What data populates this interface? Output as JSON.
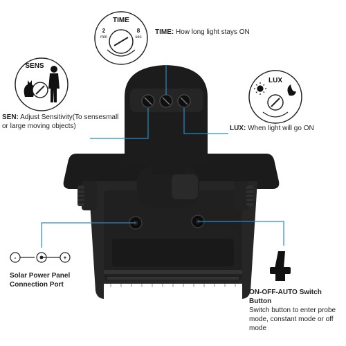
{
  "colors": {
    "callout": "#2a8ac8",
    "device": "#1c1c1c",
    "device_light": "#2d2d2d"
  },
  "time_badge": {
    "title": "TIME",
    "min_value": "2",
    "min_unit": "min",
    "sec_value": "8",
    "sec_unit": "sec"
  },
  "sens_badge": {
    "title": "SENS"
  },
  "lux_badge": {
    "title": "LUX",
    "icons": [
      "sun-icon",
      "moon-icon"
    ]
  },
  "labels": {
    "time": {
      "key": "TIME:",
      "text": " How long light stays ON"
    },
    "sen": {
      "key": "SEN:",
      "text": " Adjust Sensitivity(To sensesmall or large moving objects)"
    },
    "lux": {
      "key": "LUX:",
      "text": " When light will go ON"
    },
    "solar": {
      "title": "Solar Power Panel Connection Port"
    },
    "switch": {
      "title": "ON-OFF-AUTO Switch Button",
      "text": "Switch button to enter probe mode, constant mode or off mode"
    }
  },
  "dc_symbol": {
    "minus": "-",
    "plus": "+"
  }
}
